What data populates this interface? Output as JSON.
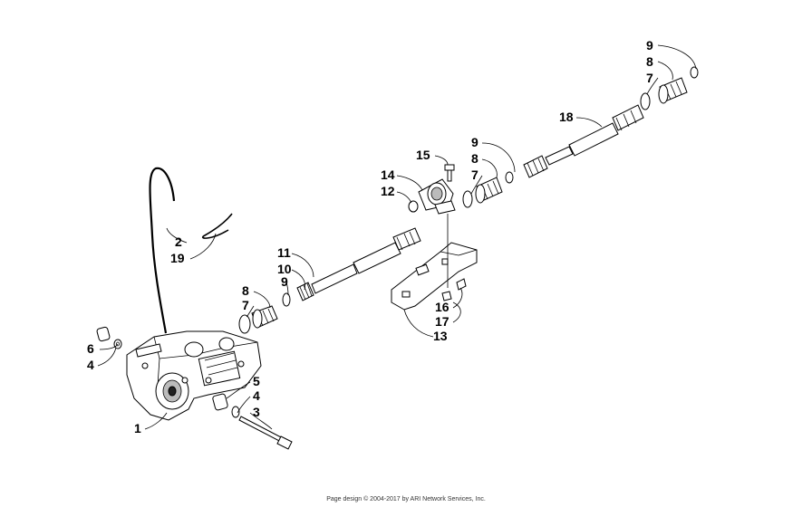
{
  "callouts": [
    "9",
    "8",
    "7",
    "18",
    "15",
    "9",
    "8",
    "7",
    "14",
    "12",
    "11",
    "10",
    "9",
    "8",
    "7",
    "2",
    "19",
    "16",
    "17",
    "13",
    "6",
    "4",
    "5",
    "4",
    "3",
    "1"
  ],
  "footer": "Page design © 2004-2017 by ARI Network Services, Inc."
}
